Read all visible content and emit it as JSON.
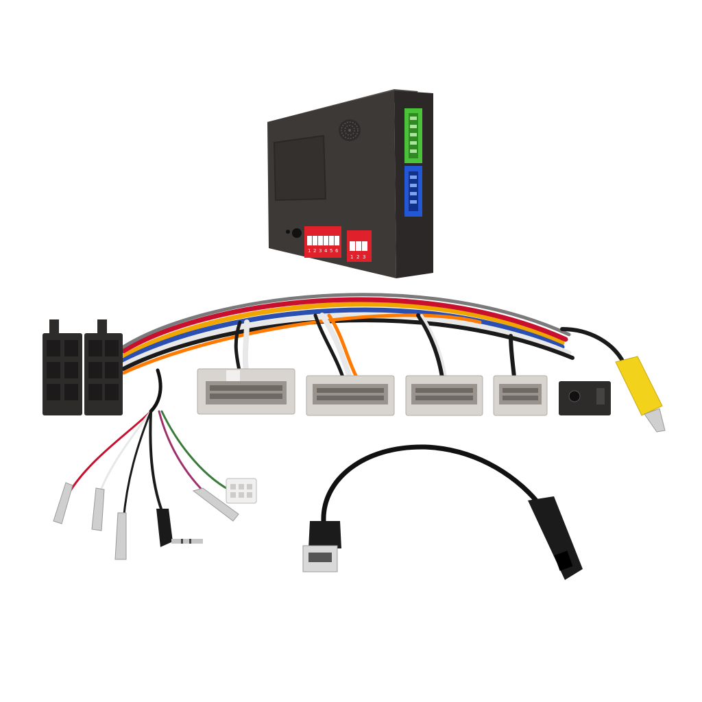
{
  "scene": {
    "background": "#ffffff",
    "product": "wiring harness with interface module"
  },
  "module": {
    "body_color": "#3a3634",
    "top_color": "#4a4542",
    "dip_switch_color": "#e0202a",
    "dip_left_numbers": [
      "1",
      "2",
      "3",
      "4",
      "5",
      "6"
    ],
    "dip_right_numbers": [
      "1",
      "2",
      "3"
    ],
    "connector_green": "#4cc23a",
    "connector_blue": "#2457d6"
  },
  "harness": {
    "wire_colors": [
      "#c8102e",
      "#e8e8e8",
      "#1a1a1a",
      "#2a4fb0",
      "#f0a500",
      "#7a7a7a",
      "#ff7a00"
    ],
    "connector_black": "#2e2b2b",
    "connector_grey": "#d8d4cf",
    "rca_plug": "#f2d21b",
    "jack_icon": "audio-jack-icon"
  },
  "usb_cable": {
    "cable_color": "#111111",
    "plug_color": "#1b1b1b",
    "metal_color": "#d9d9d9"
  }
}
